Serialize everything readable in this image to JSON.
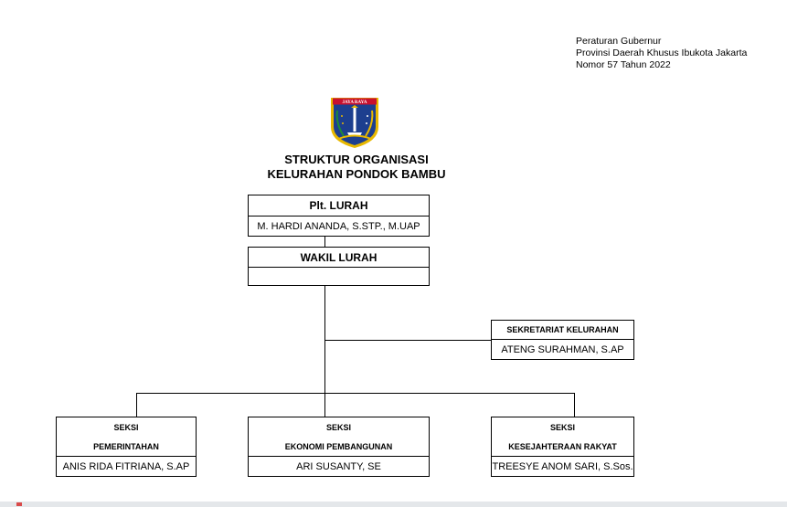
{
  "regulation": {
    "line1": "Peraturan Gubernur",
    "line2": "Provinsi Daerah Khusus Ibukota Jakarta",
    "line3": "Nomor 57 Tahun 2022"
  },
  "logo": {
    "motto": "JAYA RAYA"
  },
  "title": {
    "line1": "STRUKTUR ORGANISASI",
    "line2": "KELURAHAN PONDOK BAMBU"
  },
  "lurah": {
    "position": "Plt. LURAH",
    "name": "M. HARDI ANANDA, S.STP., M.UAP"
  },
  "wakil": {
    "position": "WAKIL LURAH",
    "name": ""
  },
  "sekretariat": {
    "position": "SEKRETARIAT KELURAHAN",
    "name": "ATENG SURAHMAN, S.AP"
  },
  "seksi": [
    {
      "label": "SEKSI",
      "unit": "PEMERINTAHAN",
      "name": "ANIS RIDA FITRIANA, S.AP"
    },
    {
      "label": "SEKSI",
      "unit": "EKONOMI PEMBANGUNAN",
      "name": "ARI SUSANTY, SE"
    },
    {
      "label": "SEKSI",
      "unit": "KESEJAHTERAAN RAKYAT",
      "name": "TREESYE ANOM SARI, S.Sos."
    }
  ],
  "colors": {
    "logo_blue": "#1d3f8f",
    "logo_gold": "#e8b800",
    "logo_red": "#c8102e",
    "logo_green": "#1e8a3a"
  }
}
